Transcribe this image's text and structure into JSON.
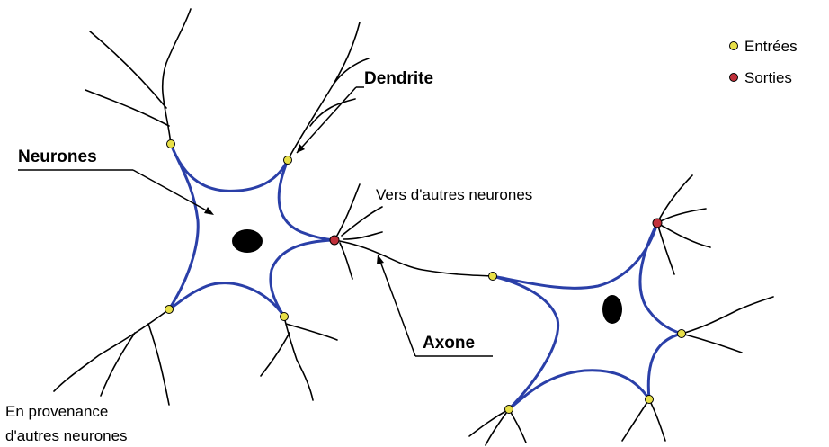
{
  "legend": {
    "inputs": {
      "label": "Entrées",
      "color": "#e8e048"
    },
    "outputs": {
      "label": "Sorties",
      "color": "#c0303a"
    }
  },
  "labels": {
    "dendrite": "Dendrite",
    "neurones": "Neurones",
    "other_neurons": "Vers d'autres neurones",
    "axone": "Axone",
    "from_line1": "En provenance",
    "from_line2": "d'autres neurones"
  },
  "colors": {
    "membrane": "#2a3fa8",
    "nucleus": "#000000",
    "fibre": "#000000"
  }
}
